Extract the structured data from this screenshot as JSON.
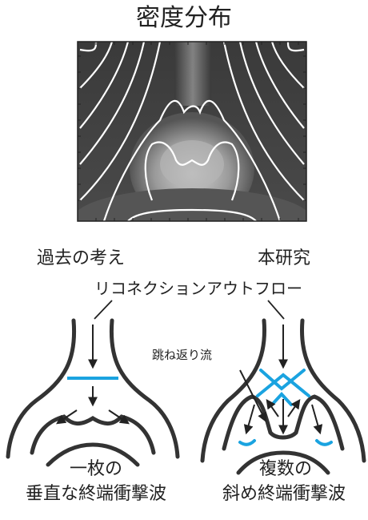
{
  "title": "密度分布",
  "labels": {
    "past": "過去の考え",
    "this_study": "本研究",
    "outflow": "リコネクションアウトフロー",
    "bounce_flow": "跳ね返り流"
  },
  "captions": {
    "left_line1": "一枚の",
    "left_line2": "垂直な終端衝撃波",
    "right_line1": "複数の",
    "right_line2": "斜め終端衝撃波"
  },
  "colors": {
    "shock": "#1aa3e0",
    "line": "#333333",
    "map_dark": "#333333",
    "map_light": "#c8c8c8"
  }
}
